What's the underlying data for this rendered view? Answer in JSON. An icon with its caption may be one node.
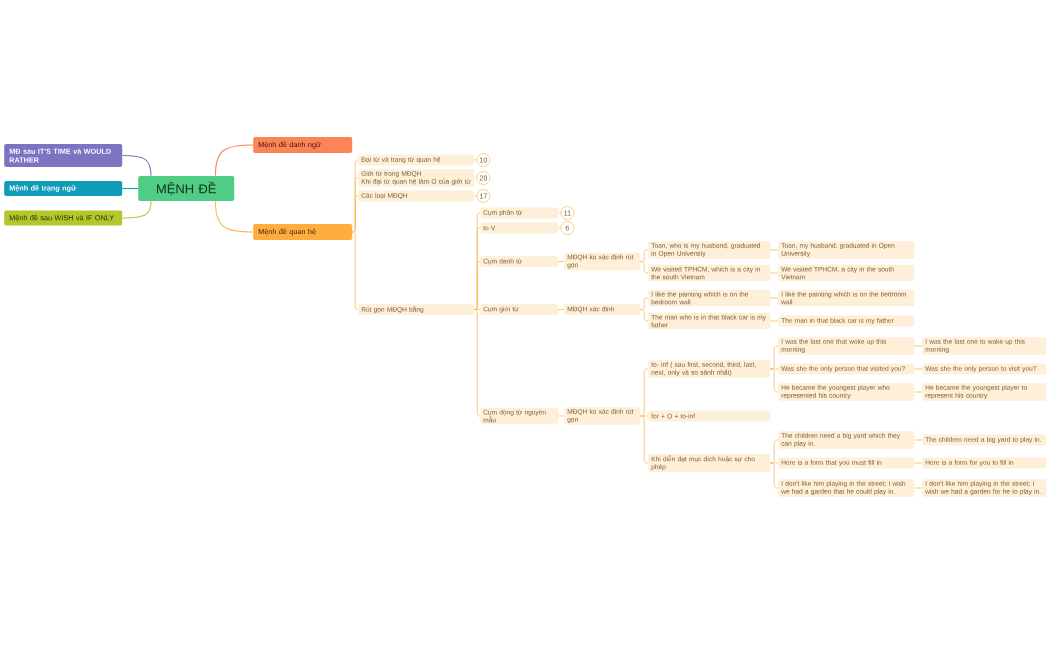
{
  "diagram": {
    "nodes": [
      {
        "text": [
          "MỆNH ĐỀ"
        ]
      },
      {
        "text": [
          "MĐ sau IT'S TIME và WOULD RATHER"
        ]
      },
      {
        "text": [
          "Mệnh đề trạng ngữ"
        ]
      },
      {
        "text": [
          "Mệnh đề sau WISH và IF ONLY"
        ]
      },
      {
        "text": [
          "Mệnh đề danh ngữ"
        ]
      },
      {
        "text": [
          "Mệnh đề quan hệ"
        ]
      },
      {
        "text": [
          "Đại từ và trạng từ quan hệ"
        ],
        "beside": [
          "10"
        ]
      },
      {
        "text": [
          "Giới từ trong MĐQH",
          "Khi đại từ quan hệ làm O của giới từ"
        ],
        "beside": [
          "28"
        ]
      },
      {
        "text": [
          "Các loại MĐQH"
        ],
        "beside": [
          "17"
        ]
      },
      {
        "text": [
          "Rút gọn MĐQH bằng"
        ]
      },
      {
        "text": [
          "Cụm phân từ"
        ],
        "beside": [
          "11"
        ]
      },
      {
        "text": [
          "to V"
        ],
        "beside": [
          "6"
        ]
      },
      {
        "text": [
          "Cụm danh từ"
        ]
      },
      {
        "text": [
          "Cụm giới từ"
        ]
      },
      {
        "text": [
          "Cụm động từ nguyên mẫu"
        ]
      },
      {
        "text": [
          "MĐQH ko xác định rút gọn"
        ]
      },
      {
        "text": [
          "Toan, who is my husband, graduated in Open University"
        ]
      },
      {
        "text": [
          "We visited TPHCM, which is a city in the south Vietnam"
        ]
      },
      {
        "text": [
          "Toan, my husband, graduated in Open University"
        ]
      },
      {
        "text": [
          "We visited TPHCM, a city in the south Vietnam"
        ]
      },
      {
        "text": [
          "MĐQH xác định"
        ]
      },
      {
        "text": [
          "I like the painting which is on the bedroom wall"
        ]
      },
      {
        "text": [
          "The man who is in that black car is my father"
        ]
      },
      {
        "text": [
          "I like the painting which is on the bedroom wall"
        ]
      },
      {
        "text": [
          "The man in that black car is my father"
        ]
      },
      {
        "text": [
          "MĐQH ko xác định rút gọn"
        ]
      },
      {
        "text": [
          "to- inf ( sau first, second, third, last, next, only và so sánh nhất)"
        ]
      },
      {
        "text": [
          "for + O + to-inf"
        ]
      },
      {
        "text": [
          "Khi diễn đạt mục đích hoặc sự cho phép"
        ]
      },
      {
        "text": [
          "I was the last one that woke up this morning"
        ]
      },
      {
        "text": [
          "Was she the only person that visited you?"
        ]
      },
      {
        "text": [
          "He became the youngest player who represented his country"
        ]
      },
      {
        "text": [
          "I was the last one to wake up this morning"
        ]
      },
      {
        "text": [
          "Was she the only person to visit you?"
        ]
      },
      {
        "text": [
          "He became the youngest player to represent his country"
        ]
      },
      {
        "text": [
          "The children need a big yard which they can play in."
        ]
      },
      {
        "text": [
          "Here is a form that you must fill in"
        ]
      },
      {
        "text": [
          "I don't like him playing in the street; I wish we had a garden that he could play in."
        ]
      },
      {
        "text": [
          "The children need a big yard to play in."
        ]
      },
      {
        "text": [
          "Here is a form for you to fill in"
        ]
      },
      {
        "text": [
          "I don't like him playing in the street; I wish we had a garden for he to play in."
        ]
      }
    ],
    "edges": [
      {
        "from": 0,
        "to": 1,
        "arrow": "none",
        "color": "#7c73c1"
      },
      {
        "from": 0,
        "to": 2,
        "arrow": "none",
        "color": "#0f9cb7"
      },
      {
        "from": 0,
        "to": 3,
        "arrow": "none",
        "color": "#b3c72a"
      },
      {
        "from": 0,
        "to": 4,
        "arrow": "none",
        "color": "#fc8456"
      },
      {
        "from": 0,
        "to": 5,
        "arrow": "none"
      },
      {
        "from": 5,
        "to": 6,
        "arrow": "none"
      },
      {
        "from": 5,
        "to": 7,
        "arrow": "none"
      },
      {
        "from": 5,
        "to": 8,
        "arrow": "none"
      },
      {
        "from": 5,
        "to": 9,
        "arrow": "none"
      },
      {
        "from": 9,
        "to": 10,
        "arrow": "none"
      },
      {
        "from": 9,
        "to": 11,
        "arrow": "none"
      },
      {
        "from": 9,
        "to": 12,
        "arrow": "none"
      },
      {
        "from": 9,
        "to": 13,
        "arrow": "none"
      },
      {
        "from": 9,
        "to": 14,
        "arrow": "none"
      },
      {
        "from": 12,
        "to": 15,
        "arrow": "none"
      },
      {
        "from": 15,
        "to": 16,
        "arrow": "none"
      },
      {
        "from": 15,
        "to": 17,
        "arrow": "none"
      },
      {
        "from": 16,
        "to": 18,
        "arrow": "none"
      },
      {
        "from": 17,
        "to": 19,
        "arrow": "none"
      },
      {
        "from": 13,
        "to": 20,
        "arrow": "none"
      },
      {
        "from": 20,
        "to": 21,
        "arrow": "none"
      },
      {
        "from": 20,
        "to": 22,
        "arrow": "none"
      },
      {
        "from": 21,
        "to": 23,
        "arrow": "none"
      },
      {
        "from": 22,
        "to": 24,
        "arrow": "none"
      },
      {
        "from": 14,
        "to": 25,
        "arrow": "none"
      },
      {
        "from": 25,
        "to": 26,
        "arrow": "none"
      },
      {
        "from": 25,
        "to": 27,
        "arrow": "none"
      },
      {
        "from": 25,
        "to": 28,
        "arrow": "none"
      },
      {
        "from": 26,
        "to": 29,
        "arrow": "none"
      },
      {
        "from": 26,
        "to": 30,
        "arrow": "none"
      },
      {
        "from": 26,
        "to": 31,
        "arrow": "none"
      },
      {
        "from": 29,
        "to": 32,
        "arrow": "none"
      },
      {
        "from": 30,
        "to": 33,
        "arrow": "none"
      },
      {
        "from": 31,
        "to": 34,
        "arrow": "none"
      },
      {
        "from": 28,
        "to": 35,
        "arrow": "none"
      },
      {
        "from": 28,
        "to": 36,
        "arrow": "none"
      },
      {
        "from": 28,
        "to": 37,
        "arrow": "none"
      },
      {
        "from": 35,
        "to": 38,
        "arrow": "none"
      },
      {
        "from": 36,
        "to": 39,
        "arrow": "none"
      },
      {
        "from": 37,
        "to": 40,
        "arrow": "none"
      }
    ]
  }
}
